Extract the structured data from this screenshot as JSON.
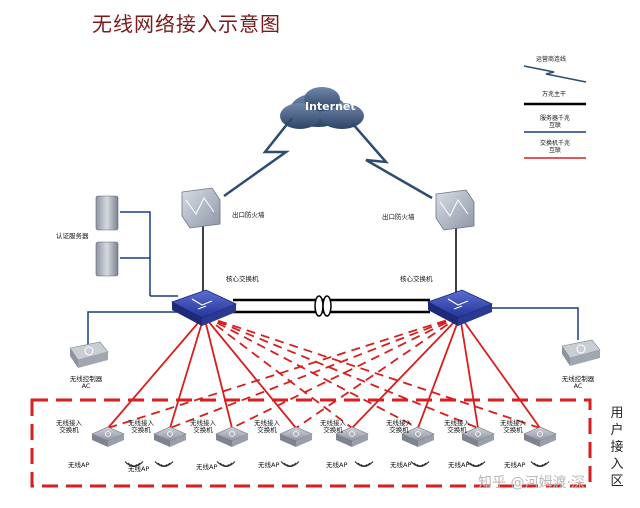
{
  "title": "无线网络接入示意图",
  "internet": "Internet",
  "nodes": {
    "firewall_left": "出口防火墙",
    "firewall_right": "出口防火墙",
    "auth_server": "认证服务器",
    "core_left": "核心交换机",
    "core_right": "核心交换机",
    "ac_left_line1": "无线控制器",
    "ac_left_line2": "AC",
    "ac_right_line1": "无线控制器",
    "ac_right_line2": "AC"
  },
  "access_switches": [
    {
      "line1": "无线接入",
      "line2": "交换机"
    },
    {
      "line1": "无线接入",
      "line2": "交换机"
    },
    {
      "line1": "无线接入",
      "line2": "交换机"
    },
    {
      "line1": "无线接入",
      "line2": "交换机"
    },
    {
      "line1": "无线接入",
      "line2": "交换机"
    },
    {
      "line1": "无线接入",
      "line2": "交换机"
    },
    {
      "line1": "无线接入",
      "line2": "交换机"
    },
    {
      "line1": "无线接入",
      "line2": "交换机"
    }
  ],
  "aps": [
    "无线AP",
    "无线AP",
    "无线AP",
    "无线AP",
    "无线AP",
    "无线AP",
    "无线AP",
    "无线AP"
  ],
  "zone_label": "用户接入区",
  "legend": [
    {
      "label": "运营商连线"
    },
    {
      "label": "万兆主干"
    },
    {
      "label_line1": "服务器千兆",
      "label_line2": "互联"
    },
    {
      "label_line1": "交换机千兆",
      "label_line2": "互联"
    }
  ],
  "watermark": "知乎 @河姆渡·深",
  "colors": {
    "link_red": "#d81e1e",
    "trunk_black": "#000000",
    "server_blue": "#1a3a8a",
    "device_blue": "#2f3fa0",
    "title": "#7a1a1a"
  }
}
